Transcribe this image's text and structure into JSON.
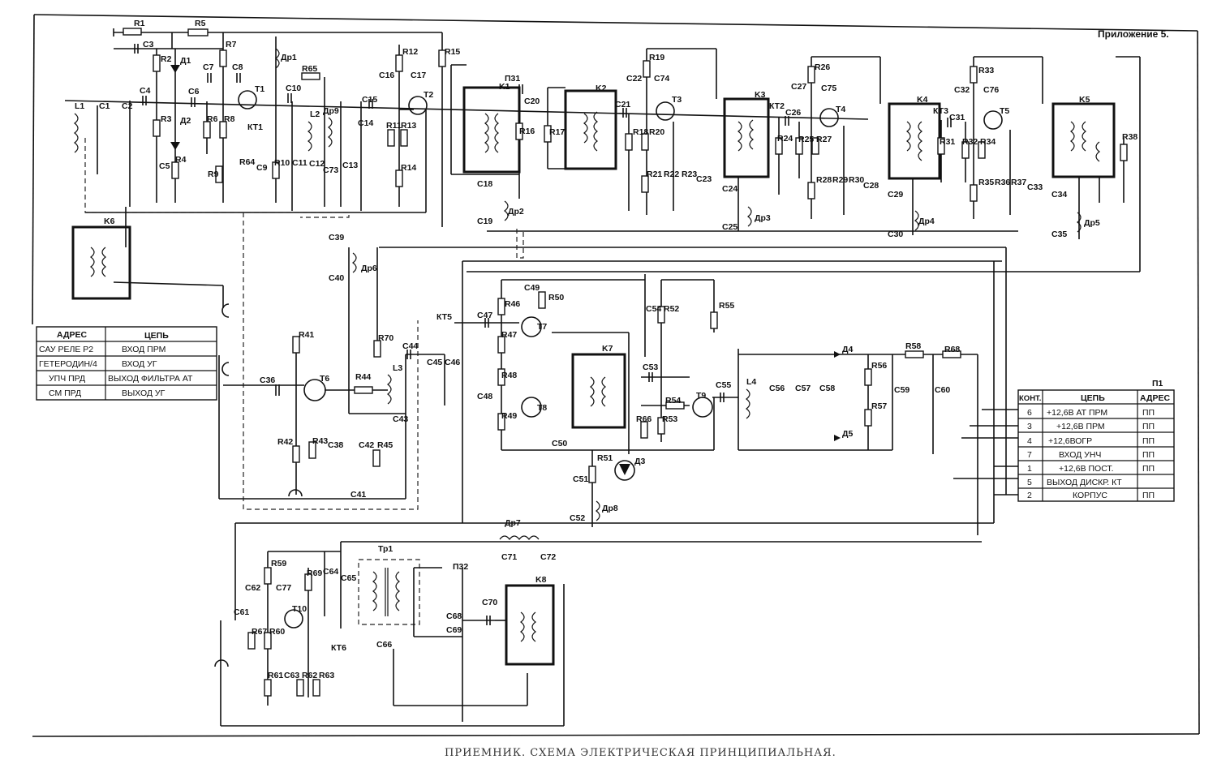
{
  "appendix_label": "Приложение 5.",
  "caption": "ПРИЕМНИК. СХЕМА ЭЛЕКТРИЧЕСКАЯ ПРИНЦИПИАЛЬНАЯ.",
  "left_table": {
    "headers": [
      "АДРЕС",
      "ЦЕПЬ"
    ],
    "rows": [
      [
        "САУ РЕЛЕ Р2",
        "ВХОД ПРМ"
      ],
      [
        "ГЕТЕРОДИН/4",
        "ВХОД УГ"
      ],
      [
        "УПЧ ПРД",
        "ВЫХОД ФИЛЬТРА АТ"
      ],
      [
        "СМ ПРД",
        "ВЫХОД УГ"
      ]
    ]
  },
  "connector": {
    "name": "П1",
    "headers": [
      "КОНТ.",
      "ЦЕПЬ",
      "АДРЕС"
    ],
    "rows": [
      [
        "6",
        "+12,6В АТ ПРМ",
        "ПП"
      ],
      [
        "3",
        "+12,6В ПРМ",
        "ПП"
      ],
      [
        "4",
        "+12,6ВОГР",
        "ПП"
      ],
      [
        "7",
        "ВХОД УНЧ",
        "ПП"
      ],
      [
        "1",
        "+12,6В ПОСТ.",
        "ПП"
      ],
      [
        "5",
        "ВЫХОД ДИСКР. КТ",
        ""
      ],
      [
        "2",
        "КОРПУС",
        "ПП"
      ]
    ]
  },
  "component_labels": {
    "R1": "R1",
    "R2": "R2",
    "R3": "R3",
    "R4": "R4",
    "R5": "R5",
    "R6": "R6",
    "R7": "R7",
    "R8": "R8",
    "R9": "R9",
    "R10": "R10",
    "R11": "R11",
    "R12": "R12",
    "R13": "R13",
    "R14": "R14",
    "R15": "R15",
    "R16": "R16",
    "R17": "R17",
    "R18": "R18",
    "R19": "R19",
    "R20": "R20",
    "R21": "R21",
    "R22": "R22",
    "R23": "R23",
    "R24": "R24",
    "R25": "R25",
    "R26": "R26",
    "R27": "R27",
    "R28": "R28",
    "R29": "R29",
    "R30": "R30",
    "R31": "R31",
    "R32": "R32",
    "R33": "R33",
    "R34": "R34",
    "R35": "R35",
    "R36": "R36",
    "R37": "R37",
    "R38": "R38",
    "R41": "R41",
    "R42": "R42",
    "R43": "R43",
    "R44": "R44",
    "R45": "R45",
    "R46": "R46",
    "R47": "R47",
    "R48": "R48",
    "R49": "R49",
    "R50": "R50",
    "R51": "R51",
    "R52": "R52",
    "R53": "R53",
    "R54": "R54",
    "R55": "R55",
    "R56": "R56",
    "R57": "R57",
    "R58": "R58",
    "R59": "R59",
    "R60": "R60",
    "R61": "R61",
    "R62": "R62",
    "R63": "R63",
    "R64": "R64",
    "R65": "R65",
    "R66": "R66",
    "R67": "R67",
    "R68": "R68",
    "R69": "R69",
    "R70": "R70",
    "C1": "C1",
    "C2": "C2",
    "C3": "C3",
    "C4": "C4",
    "C5": "C5",
    "C6": "C6",
    "C7": "C7",
    "C8": "C8",
    "C9": "C9",
    "C10": "C10",
    "C11": "C11",
    "C12": "C12",
    "C13": "C13",
    "C14": "C14",
    "C15": "C15",
    "C16": "C16",
    "C17": "C17",
    "C18": "C18",
    "C19": "C19",
    "C20": "C20",
    "C21": "C21",
    "C22": "C22",
    "C23": "C23",
    "C24": "C24",
    "C25": "C25",
    "C26": "C26",
    "C27": "C27",
    "C28": "C28",
    "C29": "C29",
    "C30": "C30",
    "C31": "C31",
    "C32": "C32",
    "C33": "C33",
    "C34": "C34",
    "C35": "C35",
    "C36": "C36",
    "C38": "C38",
    "C39": "C39",
    "C40": "C40",
    "C41": "C41",
    "C42": "C42",
    "C43": "C43",
    "C44": "C44",
    "C45": "C45",
    "C46": "C46",
    "C47": "C47",
    "C48": "C48",
    "C49": "C49",
    "C50": "C50",
    "C51": "C51",
    "C52": "C52",
    "C53": "C53",
    "C54": "C54",
    "C55": "C55",
    "C56": "C56",
    "C57": "C57",
    "C58": "C58",
    "C59": "C59",
    "C60": "C60",
    "C61": "C61",
    "C62": "C62",
    "C63": "C63",
    "C64": "C64",
    "C65": "C65",
    "C66": "C66",
    "C68": "C68",
    "C69": "C69",
    "C70": "C70",
    "C71": "C71",
    "C72": "C72",
    "C73": "C73",
    "C74": "C74",
    "C75": "C75",
    "C76": "C76",
    "C77": "C77",
    "T1": "T1",
    "T2": "T2",
    "T3": "T3",
    "T4": "T4",
    "T5": "T5",
    "T6": "T6",
    "T7": "T7",
    "T8": "T8",
    "T9": "T9",
    "T10": "T10",
    "K1": "K1",
    "K2": "K2",
    "K3": "K3",
    "K4": "K4",
    "K5": "K5",
    "K6": "K6",
    "K7": "K7",
    "K8": "K8",
    "L1": "L1",
    "L2": "L2",
    "L3": "L3",
    "L4": "L4",
    "D1": "Д1",
    "D2": "Д2",
    "D3": "Д3",
    "D4": "Д4",
    "D5": "Д5",
    "Dr1": "Др1",
    "Dr2": "Др2",
    "Dr3": "Др3",
    "Dr4": "Др4",
    "Dr5": "Др5",
    "Dr6": "Др6",
    "Dr7": "Др7",
    "Dr8": "Др8",
    "Dr9": "Др9",
    "KT1": "КТ1",
    "KT2": "КТ2",
    "KT3": "КТ3",
    "KT5": "КТ5",
    "KT6": "КТ6",
    "P31": "П31",
    "P32": "П32",
    "Tr1": "Тр1"
  }
}
